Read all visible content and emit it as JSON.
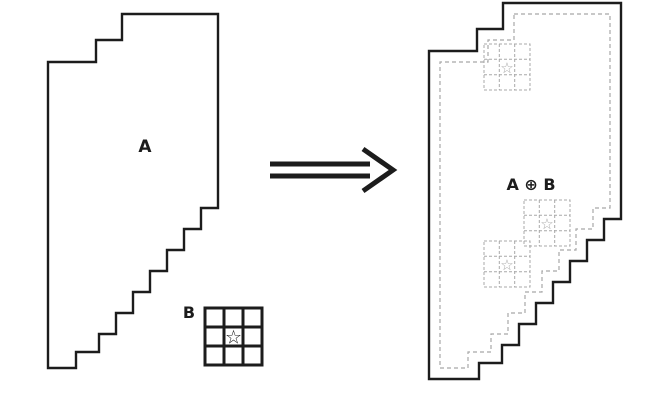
{
  "figure": {
    "shape_a_label": "A",
    "structuring_element_label": "B",
    "result_label": "A ⊕ B",
    "star_glyph": "☆"
  },
  "colors": {
    "outline": "#1c1c1c",
    "ghost": "#a8a8a8",
    "background": "#ffffff"
  }
}
